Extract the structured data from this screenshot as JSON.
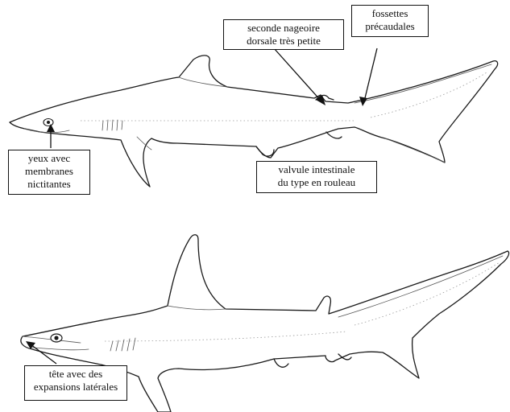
{
  "labels": {
    "second_dorsal": [
      "seconde nageoire",
      "dorsale très petite"
    ],
    "precaudal_pits": [
      "fossettes",
      "précaudales"
    ],
    "eyes": [
      "yeux avec",
      "membranes",
      "nictitantes"
    ],
    "intestinal_valve": [
      "valvule intestinale",
      "du type en rouleau"
    ],
    "head_expansions": [
      "tête avec des",
      "expansions latérales"
    ]
  }
}
